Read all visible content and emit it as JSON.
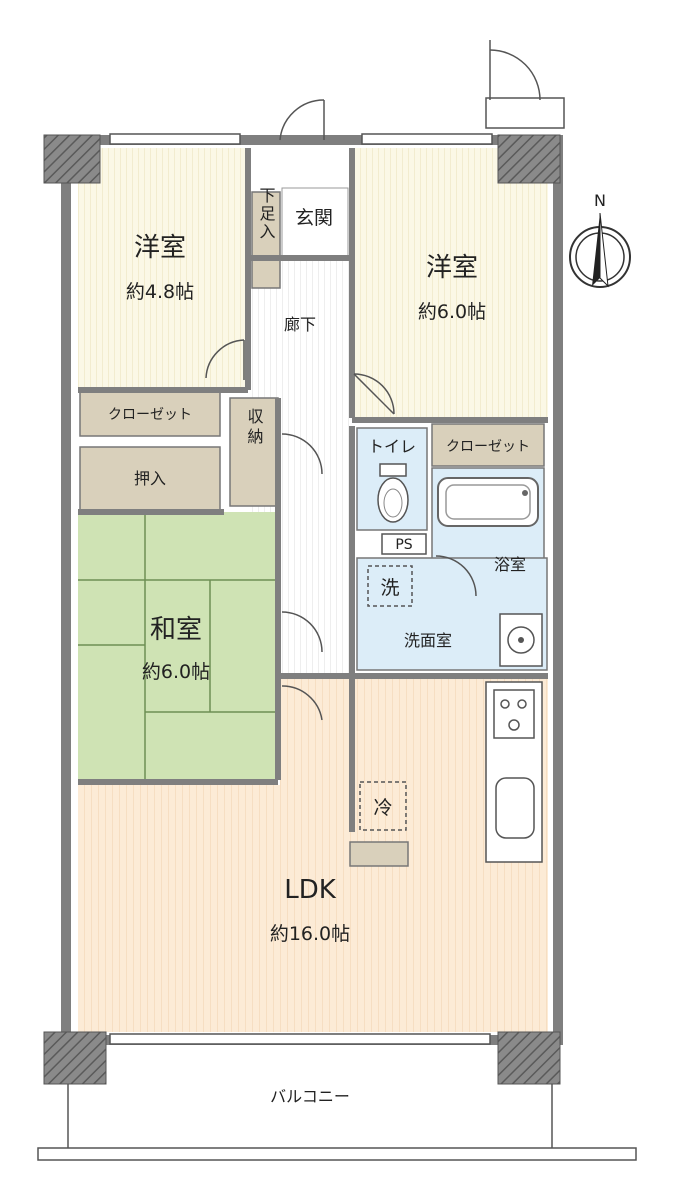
{
  "rooms": {
    "western_left": {
      "name": "洋室",
      "size": "約4.8帖"
    },
    "western_right": {
      "name": "洋室",
      "size": "約6.0帖"
    },
    "japanese": {
      "name": "和室",
      "size": "約6.0帖"
    },
    "ldk": {
      "name": "LDK",
      "size": "約16.0帖"
    }
  },
  "labels": {
    "entrance": "玄関",
    "shoe_storage": "下足入",
    "hallway": "廊下",
    "closet_left": "クローゼット",
    "closet_right": "クローゼット",
    "oshiire": "押入",
    "storage": "収納",
    "toilet": "トイレ",
    "ps": "PS",
    "bath": "浴室",
    "washer": "洗",
    "washroom": "洗面室",
    "fridge": "冷",
    "balcony": "バルコニー",
    "compass_north": "N"
  },
  "colors": {
    "western_floor": "#fbf8e6",
    "ldk_floor": "#fcebd6",
    "hall_floor": "#ffffff",
    "tatami": "#cfe3b4",
    "storage": "#d9d0bb",
    "wet_area": "#dcedf8",
    "wall": "#7f7f7f",
    "wall_hatch": "#555555"
  }
}
